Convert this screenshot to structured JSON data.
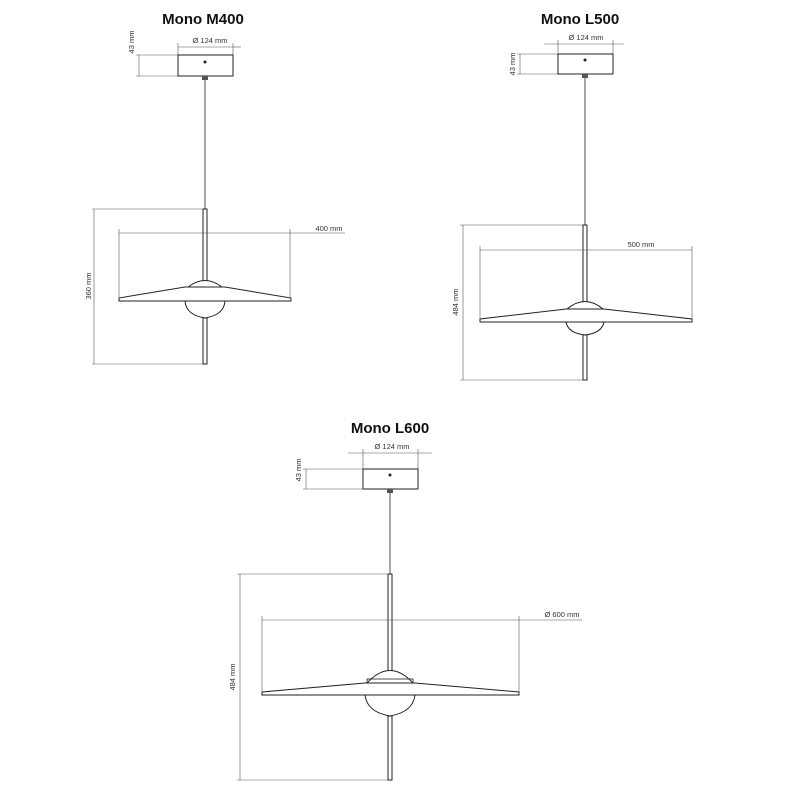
{
  "lamps": [
    {
      "title": "Mono M400",
      "canopy_diameter": "Ø 124 mm",
      "canopy_height": "43 mm",
      "shade_width": "400 mm",
      "total_height": "360 mm"
    },
    {
      "title": "Mono L500",
      "canopy_diameter": "Ø 124 mm",
      "canopy_height": "43 mm",
      "shade_width": "500 mm",
      "total_height": "484 mm"
    },
    {
      "title": "Mono L600",
      "canopy_diameter": "Ø 124 mm",
      "canopy_height": "43 mm",
      "shade_width": "Ø 600 mm",
      "total_height": "484 mm"
    }
  ]
}
